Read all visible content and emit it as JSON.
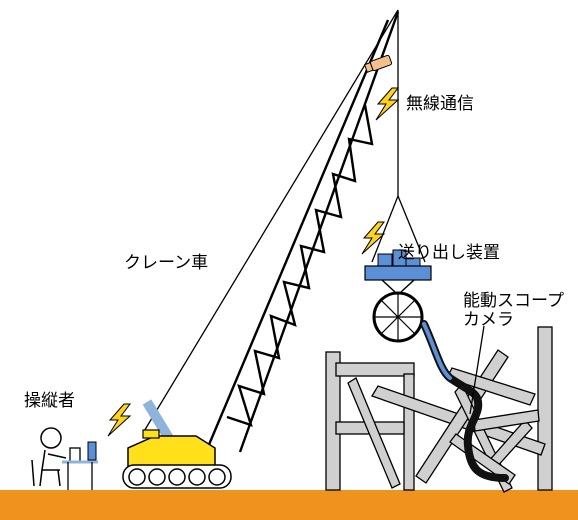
{
  "labels": {
    "wireless": "無線通信",
    "crane": "クレーン車",
    "feeder": "送り出し装置",
    "scope_line1": "能動スコープ",
    "scope_line2": "カメラ",
    "operator": "操縦者"
  },
  "colors": {
    "ground": "#f0921e",
    "crane_body": "#ffe01a",
    "crane_strut": "#8fb4dc",
    "feeder": "#5b8fd6",
    "lightning": "#ffd21f",
    "camera_head": "#f4bf88",
    "debris": "#d0d0d0",
    "cable": "#111111"
  },
  "icons": [
    "lightning-icon",
    "lightning-icon",
    "lightning-icon",
    "lightning-icon",
    "camera-icon",
    "laptop-icon",
    "operator-icon"
  ]
}
